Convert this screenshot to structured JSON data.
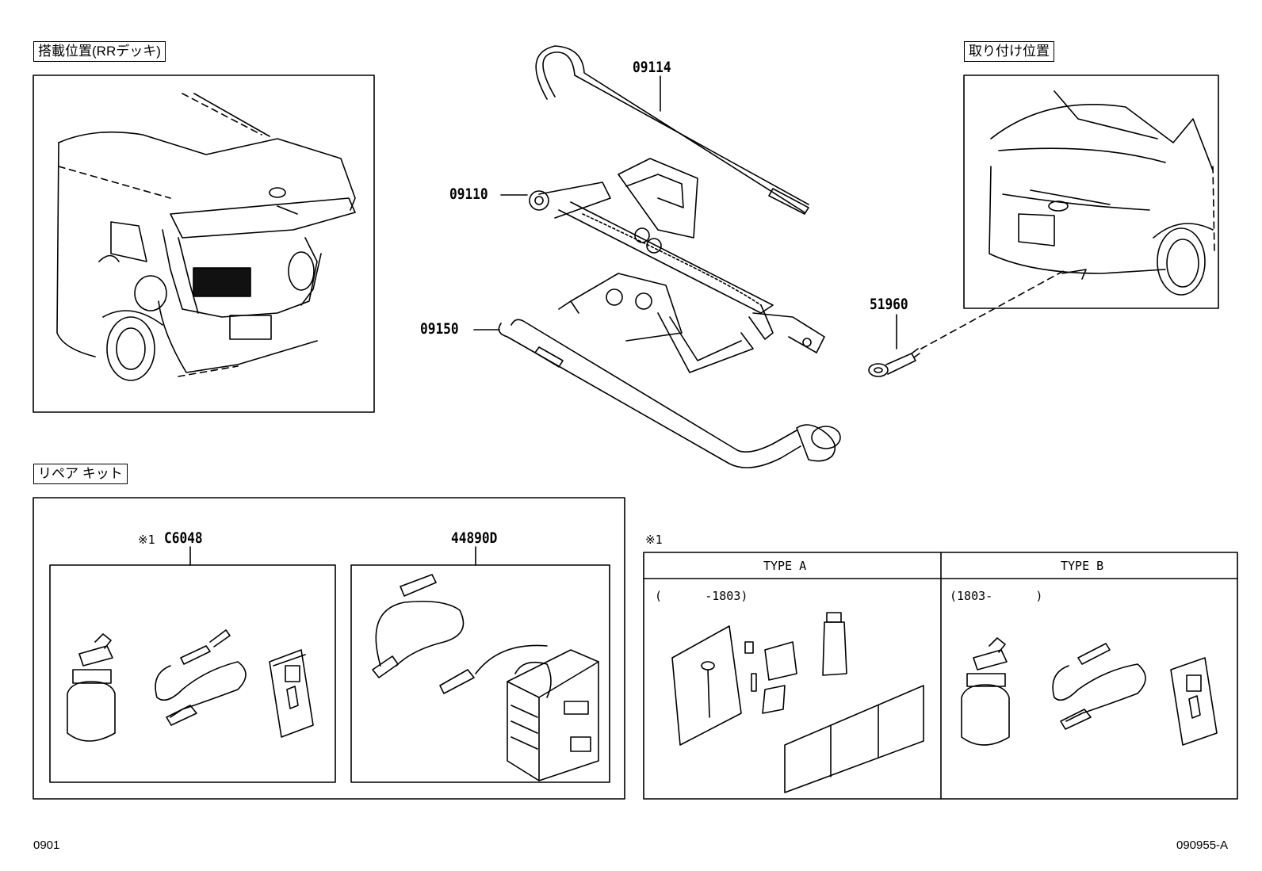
{
  "sections": {
    "mounting_position": "搭載位置(RRデッキ)",
    "install_position": "取り付け位置",
    "repair_kit": "リペア キット"
  },
  "parts": {
    "p09114": "09114",
    "p09110": "09110",
    "p09150": "09150",
    "p51960": "51960",
    "pC6048": "C6048",
    "p44890D": "44890D"
  },
  "note": {
    "mark": "※1",
    "type_a": "TYPE A",
    "type_b": "TYPE B",
    "range_a": "(      -1803)",
    "range_b": "(1803-      )"
  },
  "footer": {
    "left": "0901",
    "right": "090955-A"
  }
}
